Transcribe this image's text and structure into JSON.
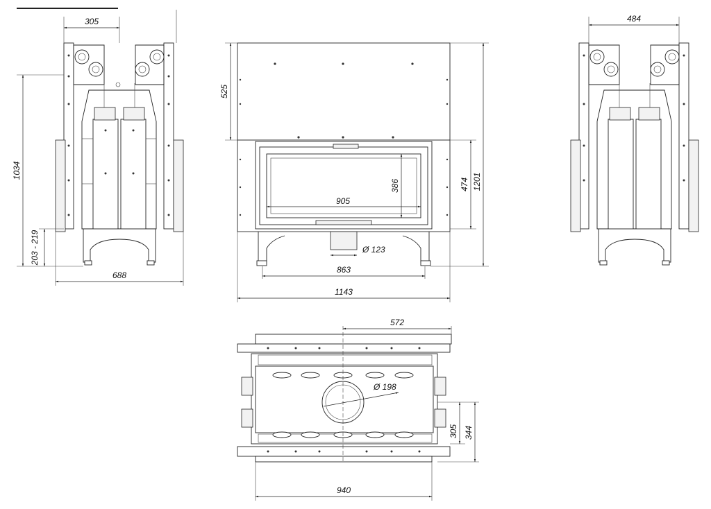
{
  "dimensions": {
    "side_left_width_top": "305",
    "side_left_height": "1034",
    "side_left_leg_range": "203 - 219",
    "side_left_width_bottom": "688",
    "front_upper_height": "525",
    "front_glass_width": "905",
    "front_glass_height": "386",
    "front_door_height": "474",
    "front_total_height": "1201",
    "front_flue_diameter": "Ø 123",
    "front_leg_span": "863",
    "front_total_width": "1143",
    "side_right_width_top": "484",
    "top_half_width": "572",
    "top_flue_diameter": "Ø 198",
    "top_inner_depth": "305",
    "top_outer_depth": "344",
    "top_width": "940"
  },
  "colors": {
    "line": "#222222",
    "background": "#ffffff"
  }
}
